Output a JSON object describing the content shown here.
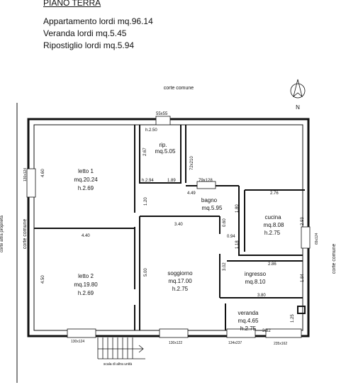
{
  "header": {
    "floor_title": "PIANO TERRA",
    "lines": [
      "Appartamento lordi mq.96.14",
      "Veranda lordi mq.5.45",
      "Ripostiglio lordi mq.5.94"
    ]
  },
  "site": {
    "top_label": "corte comune",
    "left_label": "corte comune",
    "right_label": "corte comune",
    "left_outer_label": "corte altra proprietà",
    "north_label": "N",
    "stair_label": "scala di altra unità"
  },
  "rooms": {
    "letto1": {
      "name": "letto 1",
      "area": "mq.20.24",
      "height": "h.2.69"
    },
    "letto2": {
      "name": "letto 2",
      "area": "mq.19.80",
      "height": "h.2.69"
    },
    "rip": {
      "name": "rip.",
      "area": "mq.5.05"
    },
    "bagno": {
      "name": "bagno",
      "area": "mq.5.95"
    },
    "cucina": {
      "name": "cucina",
      "area": "mq.8.08",
      "height": "h.2.75"
    },
    "soggiorno": {
      "name": "soggiorno",
      "area": "mq.17.00",
      "height": "h.2.75"
    },
    "ingresso": {
      "name": "ingresso",
      "area": "mq.8.10"
    },
    "veranda": {
      "name": "veranda",
      "area": "mq.4.65",
      "height": "h.2.75"
    }
  },
  "dims": {
    "rip_h": "h.2.50",
    "win_top": "55x55",
    "rip_w": "2.67",
    "rip_door": "72x210",
    "rip_h2": "h.2.94",
    "rip_189": "1.89",
    "win_79": "79x128",
    "bagno_449": "4.49",
    "cucina_276": "2.76",
    "bagno_120": "1.20",
    "bagno_180": "1.80",
    "cucina_293": "2.93",
    "win_right": "69x124",
    "left_460": "4.60",
    "win_left": "130x124",
    "soggiorno_340": "3.40",
    "v_060": "0.60",
    "v_094": "0.94",
    "letto_440": "4.40",
    "v_118": "1.18",
    "ingresso_286": "2.86",
    "v_302": "3.02",
    "v_500": "5.00",
    "v_450": "4.50",
    "v_184": "1.84",
    "ingresso_380": "3.80",
    "v_125": "1.25",
    "veranda_382": "3.82",
    "win_b1": "130x124",
    "win_b2": "130x122",
    "win_b3": "134x237",
    "win_b4": "235x162"
  }
}
